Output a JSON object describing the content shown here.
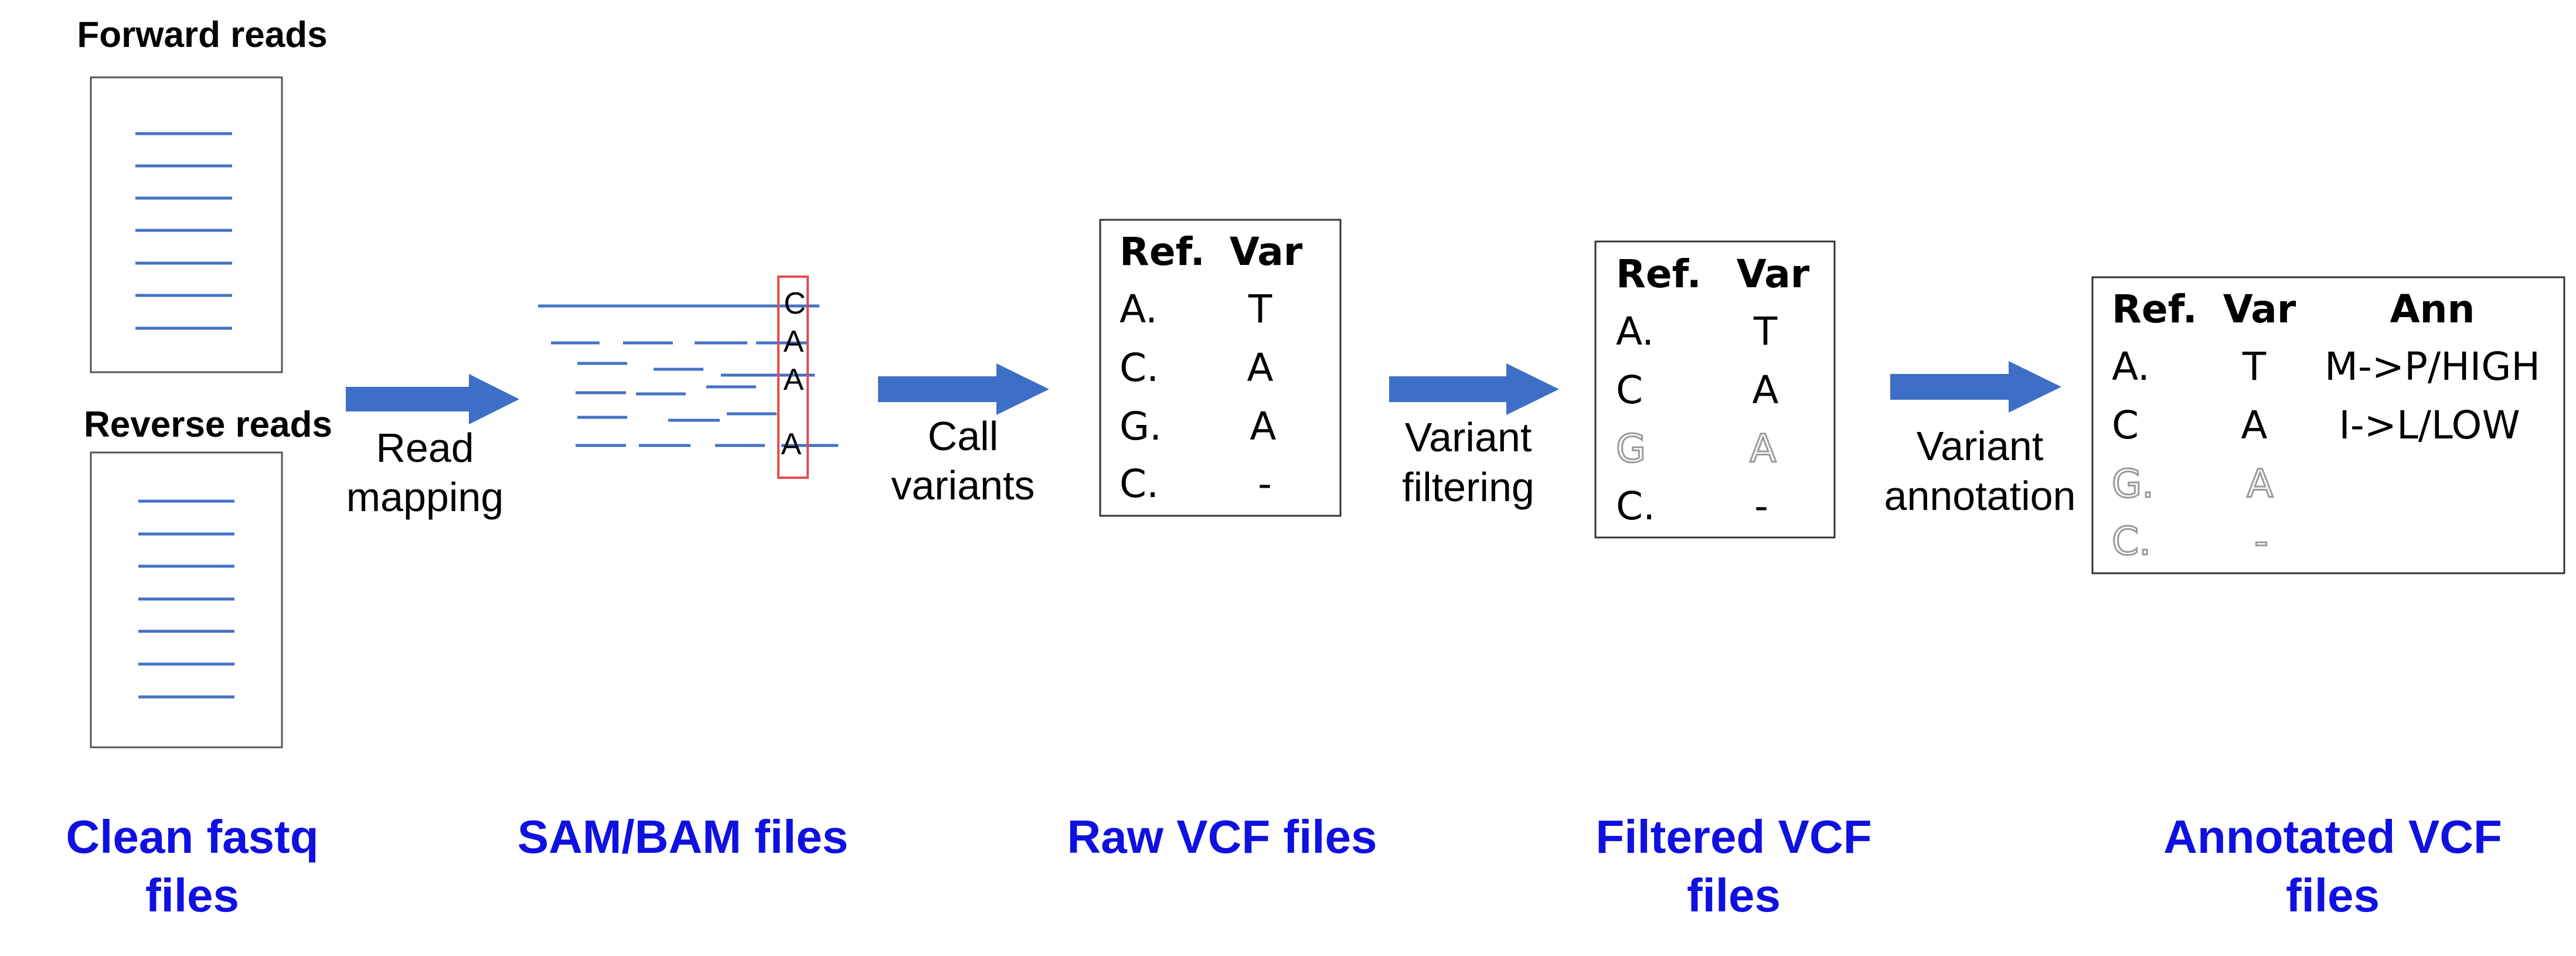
{
  "colors": {
    "read_line": "#4472C4",
    "arrow": "#3E6FC7",
    "stage_label": "#1010E0",
    "highlight_box": "#E74C4C",
    "faded_text": "#9a9a9a"
  },
  "fastq": {
    "forward_label": "Forward reads",
    "reverse_label": "Reverse reads"
  },
  "alignment": {
    "column_bases": [
      "C",
      "A",
      "A",
      "A"
    ]
  },
  "steps": {
    "mapping": [
      "Read",
      "mapping"
    ],
    "calling": [
      "Call",
      "variants"
    ],
    "filtering": [
      "Variant",
      "filtering"
    ],
    "annotation": [
      "Variant",
      "annotation"
    ]
  },
  "raw_vcf": {
    "headers": [
      "Ref.",
      "Var"
    ],
    "rows": [
      [
        "A.",
        "T"
      ],
      [
        "C.",
        "A"
      ],
      [
        "G.",
        "A"
      ],
      [
        "C.",
        "-"
      ]
    ]
  },
  "filtered_vcf": {
    "headers": [
      "Ref.",
      "Var"
    ],
    "rows": [
      [
        "A.",
        "T"
      ],
      [
        "C",
        "A"
      ],
      [
        "G",
        "A"
      ],
      [
        "C.",
        "-"
      ]
    ]
  },
  "annotated_vcf": {
    "headers": [
      "Ref.",
      "Var",
      "Ann"
    ],
    "rows": [
      [
        "A.",
        "T",
        "M->P/HIGH"
      ],
      [
        "C",
        "A",
        "I->L/LOW"
      ],
      [
        "G.",
        "A",
        ""
      ],
      [
        "C.",
        "-",
        ""
      ]
    ]
  },
  "stage_labels": {
    "fastq": [
      "Clean fastq",
      "files"
    ],
    "sam": [
      "SAM/BAM files"
    ],
    "raw_vcf": [
      "Raw VCF files"
    ],
    "filtered_vcf": [
      "Filtered VCF",
      "files"
    ],
    "annotated_vcf": [
      "Annotated VCF",
      "files"
    ]
  }
}
